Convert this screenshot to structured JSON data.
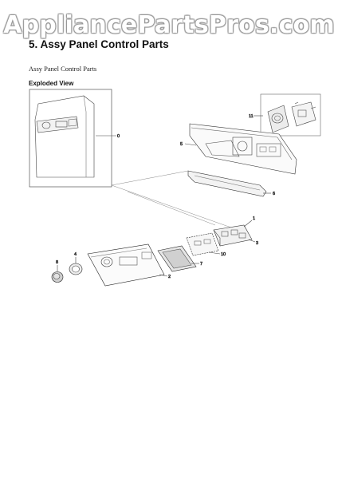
{
  "watermark": "AppliancePartsPros.com",
  "header": {
    "section_title": "5.  Assy Panel Control Parts",
    "subtitle": "Assy Panel Control Parts",
    "view_label": "Exploded View"
  },
  "diagram": {
    "callouts": {
      "c0": "0",
      "c1": "1",
      "c2": "2",
      "c3": "3",
      "c4": "4",
      "c5": "5",
      "c6": "6",
      "c7": "7",
      "c8": "8",
      "c10": "10",
      "c11": "11"
    }
  }
}
